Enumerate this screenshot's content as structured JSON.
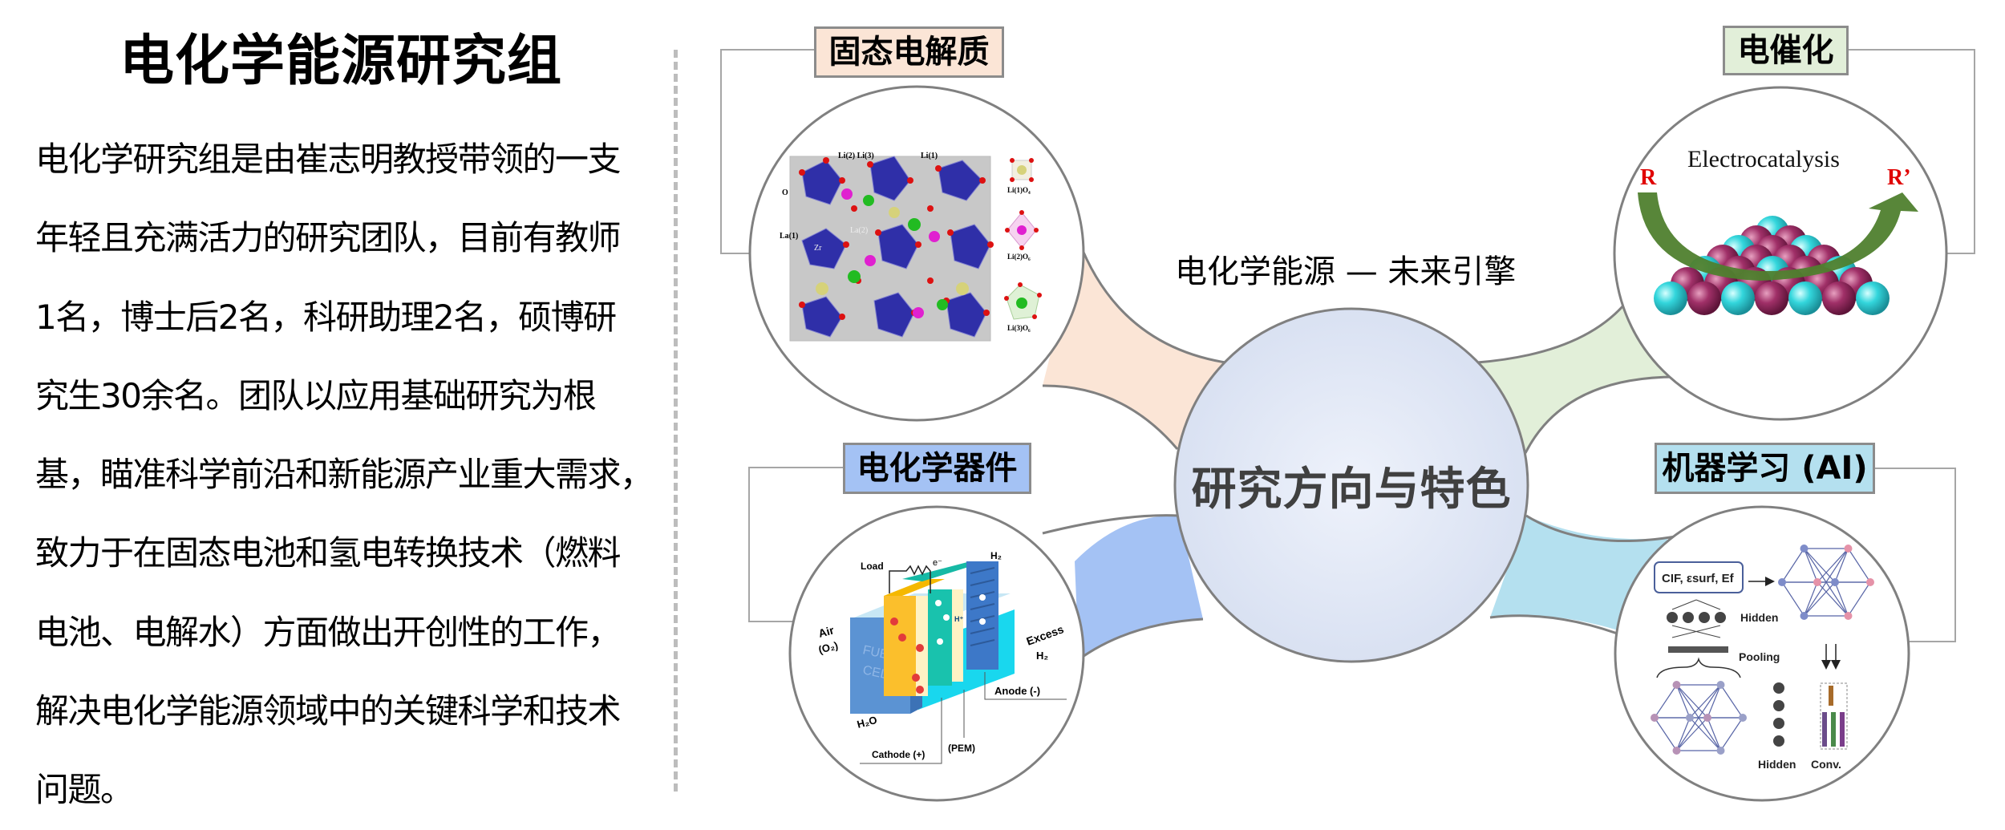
{
  "left": {
    "title": "电化学能源研究组",
    "intro_lines": [
      "电化学研究组是由崔志明教授带领的一支",
      "年轻且充满活力的研究团队，目前有教师",
      "1名，博士后2名，科研助理2名，硕博研",
      "究生30余名。团队以应用基础研究为根",
      "基，瞄准科学前沿和新能源产业重大需求，",
      "致力于在固态电池和氢电转换技术（燃料",
      "电池、电解水）方面做出开创性的工作，",
      "解决电化学能源领域中的关键科学和技术",
      "问题。"
    ]
  },
  "diagram": {
    "subtitle": "电化学能源 — 未来引擎",
    "center_label": "研究方向与特色",
    "colors": {
      "center_fill": "#dbe3f3",
      "solid_electrolyte": "#fbe5d6",
      "electrocatalysis": "#e2efd9",
      "devices": "#a4c2f4",
      "machine_learning": "#b4e0ef",
      "outline": "#808080"
    },
    "topics": [
      {
        "id": "solid-electrolyte",
        "label": "固态电解质",
        "image_labels": [
          "Li(2) Li(3)",
          "Li(1)",
          "O",
          "La(1)",
          "La(2)",
          "Zr",
          "Li(1)O₄",
          "Li(2)O₆",
          "Li(3)O₆"
        ]
      },
      {
        "id": "electrocatalysis",
        "label": "电催化",
        "image_labels": [
          "Electrocatalysis",
          "R",
          "R’"
        ]
      },
      {
        "id": "devices",
        "label": "电化学器件",
        "image_labels": [
          "Load",
          "e⁻",
          "H₂",
          "Air",
          "(O₂)",
          "Excess",
          "H₂",
          "FUEL",
          "CELL",
          "H⁺",
          "H₂O",
          "Anode (-)",
          "(PEM)",
          "Cathode (+)"
        ]
      },
      {
        "id": "machine-learning",
        "label": "机器学习 (AI)",
        "image_labels": [
          "CIF, εsurf, Ef",
          "Hidden",
          "Pooling",
          "Hidden",
          "Conv."
        ]
      }
    ]
  }
}
